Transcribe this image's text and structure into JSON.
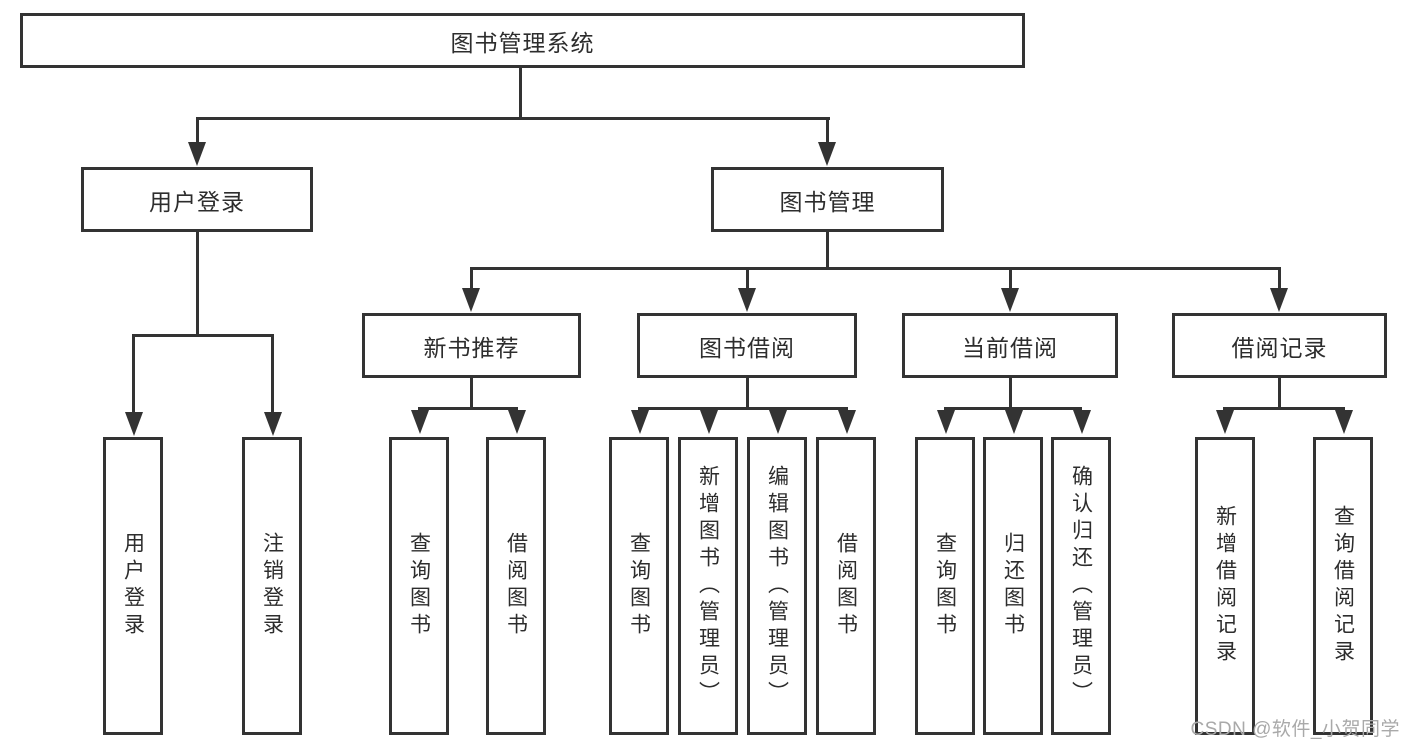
{
  "diagram": {
    "root": {
      "label": "图书管理系统"
    },
    "level2": [
      {
        "label": "用户登录"
      },
      {
        "label": "图书管理"
      }
    ],
    "level3": [
      {
        "label": "新书推荐"
      },
      {
        "label": "图书借阅"
      },
      {
        "label": "当前借阅"
      },
      {
        "label": "借阅记录"
      }
    ],
    "leaves": [
      {
        "label": "用户登录"
      },
      {
        "label": "注销登录"
      },
      {
        "label": "查询图书"
      },
      {
        "label": "借阅图书"
      },
      {
        "label": "查询图书"
      },
      {
        "label": "新增图书（管理员）"
      },
      {
        "label": "编辑图书（管理员）"
      },
      {
        "label": "借阅图书"
      },
      {
        "label": "查询图书"
      },
      {
        "label": "归还图书"
      },
      {
        "label": "确认归还（管理员）"
      },
      {
        "label": "新增借阅记录"
      },
      {
        "label": "查询借阅记录"
      }
    ]
  },
  "colors": {
    "line": "#333333",
    "box_border": "#333333",
    "box_background": "#ffffff",
    "text": "#2d2d2d",
    "watermark": "#a9a9a9",
    "page_background": "#ffffff"
  },
  "watermark": {
    "text": "CSDN @软件_小贺同学"
  }
}
